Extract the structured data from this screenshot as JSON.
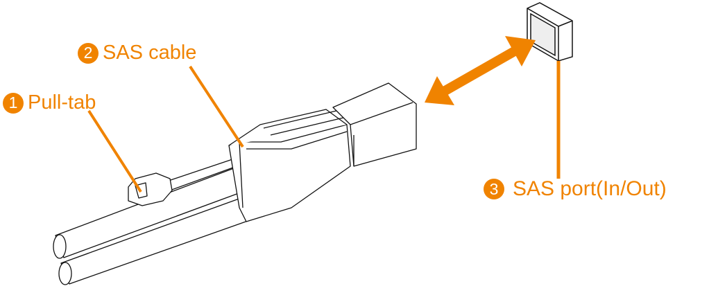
{
  "accent_color": "#f08300",
  "callouts": [
    {
      "number": "1",
      "label": "Pull-tab"
    },
    {
      "number": "2",
      "label": "SAS cable"
    },
    {
      "number": "3",
      "label": "SAS port(In/Out)"
    }
  ]
}
